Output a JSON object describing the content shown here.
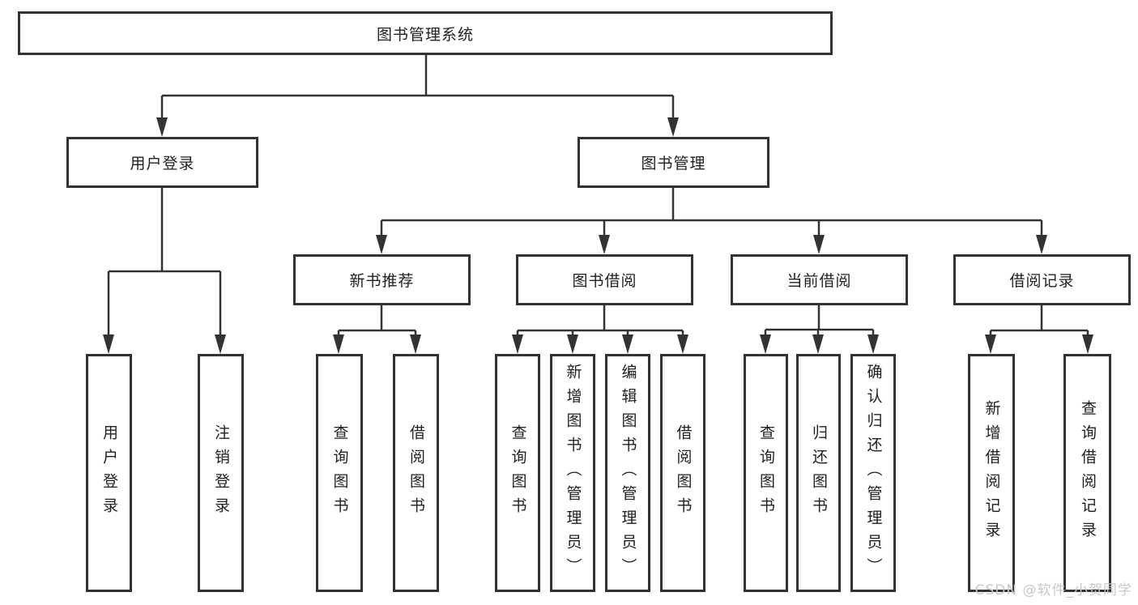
{
  "labels": {
    "root": "图书管理系统",
    "user_login": "用户登录",
    "book_mgmt": "图书管理",
    "new_book": "新书推荐",
    "book_borrow": "图书借阅",
    "current_borrow": "当前借阅",
    "borrow_record": "借阅记录",
    "leaf_user_login": "用户登录",
    "leaf_logout": "注销登录",
    "leaf_nb_query": "查询图书",
    "leaf_nb_borrow": "借阅图书",
    "leaf_bb_query": "查询图书",
    "leaf_bb_add": "新增图书（管理员）",
    "leaf_bb_edit": "编辑图书（管理员）",
    "leaf_bb_borrow": "借阅图书",
    "leaf_cb_query": "查询图书",
    "leaf_cb_return": "归还图书",
    "leaf_cb_confirm": "确认归还（管理员）",
    "leaf_br_add": "新增借阅记录",
    "leaf_br_query": "查询借阅记录"
  },
  "hierarchy": {
    "图书管理系统": {
      "用户登录": [
        "用户登录",
        "注销登录"
      ],
      "图书管理": {
        "新书推荐": [
          "查询图书",
          "借阅图书"
        ],
        "图书借阅": [
          "查询图书",
          "新增图书（管理员）",
          "编辑图书（管理员）",
          "借阅图书"
        ],
        "当前借阅": [
          "查询图书",
          "归还图书",
          "确认归还（管理员）"
        ],
        "借阅记录": [
          "新增借阅记录",
          "查询借阅记录"
        ]
      }
    }
  },
  "watermark": "CSDN @软件_小贺同学",
  "colors": {
    "line": "#333333",
    "box_border": "#333333",
    "text": "#1f1f1f",
    "watermark": "#c8c8c8",
    "background": "#ffffff"
  }
}
